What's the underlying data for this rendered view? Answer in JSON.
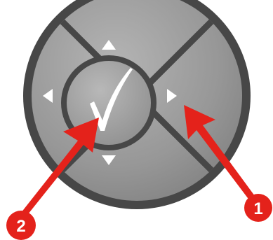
{
  "navigation_pad": {
    "buttons": [
      {
        "name": "up-arrow-button",
        "icon": "triangle-up-icon"
      },
      {
        "name": "down-arrow-button",
        "icon": "triangle-down-icon"
      },
      {
        "name": "left-arrow-button",
        "icon": "triangle-left-icon"
      },
      {
        "name": "right-arrow-button",
        "icon": "triangle-right-icon"
      },
      {
        "name": "select-button",
        "icon": "checkmark-icon"
      }
    ]
  },
  "callouts": [
    {
      "number": "1",
      "points_to": "right-arrow-button"
    },
    {
      "number": "2",
      "points_to": "select-button"
    }
  ],
  "colors": {
    "pad_dark": "#474747",
    "pad_gray": "#9b9b9b",
    "glyph": "#ffffff",
    "callout_red": "#e4221b"
  }
}
